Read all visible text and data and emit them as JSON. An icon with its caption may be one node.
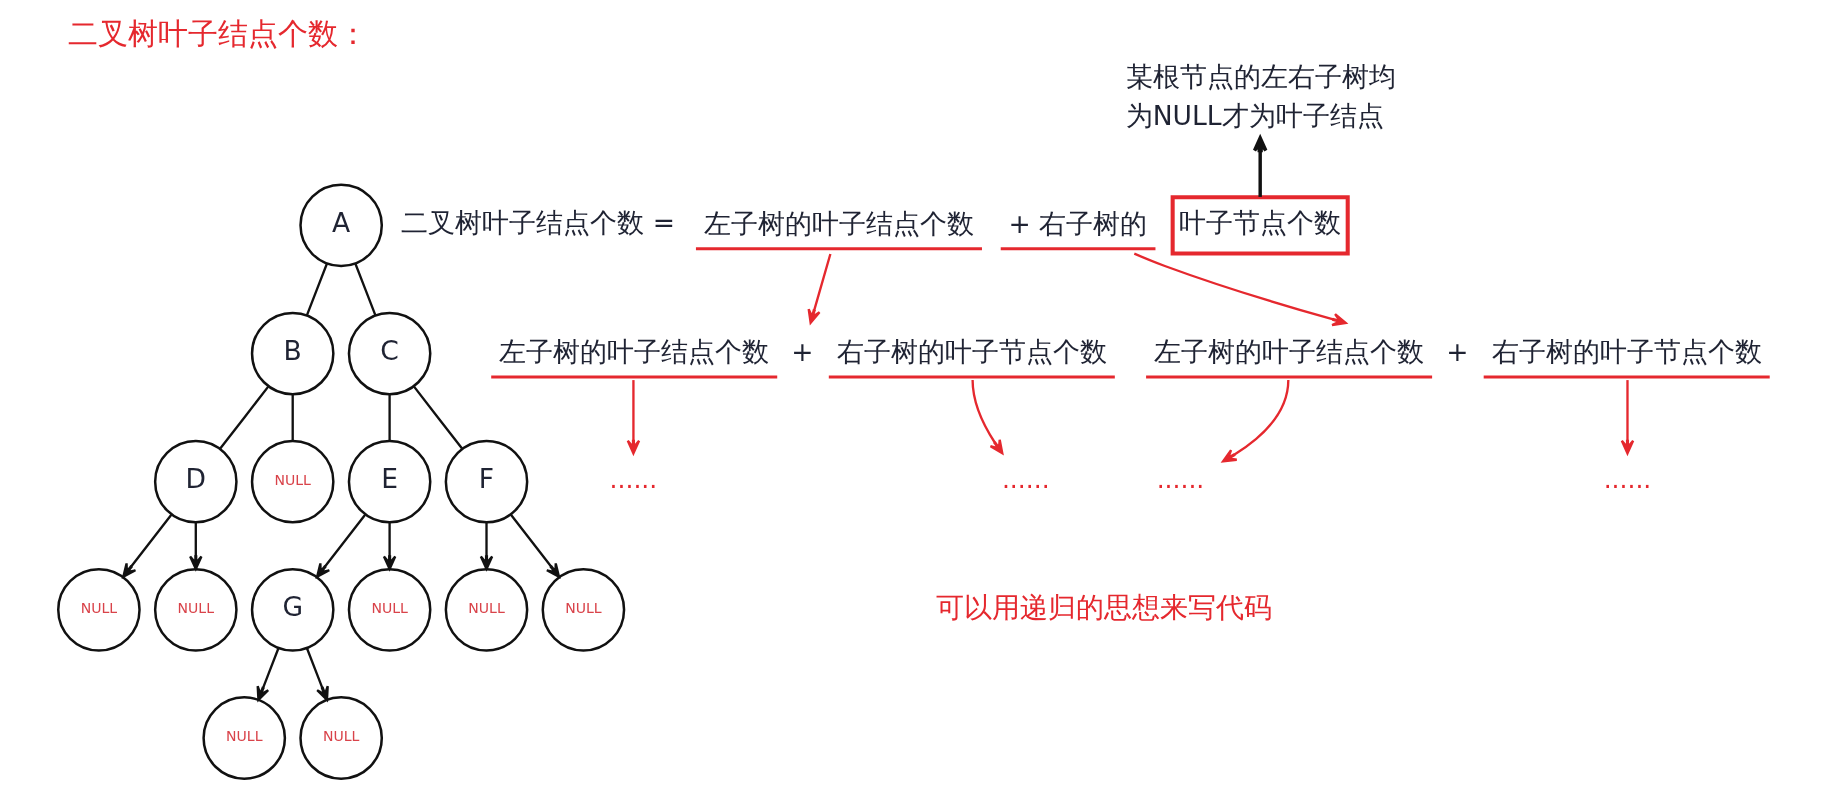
{
  "diagram": {
    "title": "二叉树叶子结点个数：",
    "nodes": [
      {
        "text": [
          "A"
        ]
      },
      {
        "text": [
          "B"
        ]
      },
      {
        "text": [
          "C"
        ]
      },
      {
        "text": [
          "D"
        ]
      },
      {
        "text": [
          "NULL"
        ]
      },
      {
        "text": [
          "E"
        ]
      },
      {
        "text": [
          "F"
        ]
      },
      {
        "text": [
          "NULL"
        ]
      },
      {
        "text": [
          "NULL"
        ]
      },
      {
        "text": [
          "G"
        ]
      },
      {
        "text": [
          "NULL"
        ]
      },
      {
        "text": [
          "NULL"
        ]
      },
      {
        "text": [
          "NULL"
        ]
      },
      {
        "text": [
          "NULL"
        ]
      },
      {
        "text": [
          "NULL"
        ]
      },
      {
        "text": [
          "某根节点的左右子树均为NULL才为叶子结点"
        ]
      },
      {
        "text": [
          "左子树的叶子结点个数"
        ]
      },
      {
        "text": [
          "+ 右子树的"
        ]
      },
      {
        "text": [
          "叶子节点个数"
        ]
      },
      {
        "text": [
          "左子树的叶子结点个数",
          "+",
          "右子树的叶子节点个数"
        ]
      },
      {
        "text": [
          "左子树的叶子结点个数",
          "+",
          "右子树的叶子节点个数"
        ]
      },
      {
        "text": [
          "......"
        ]
      },
      {
        "text": [
          "......"
        ]
      },
      {
        "text": [
          "......"
        ]
      },
      {
        "text": [
          "......"
        ]
      }
    ],
    "edges": [
      {
        "from": 0,
        "to": 1,
        "arrow": "none"
      },
      {
        "from": 0,
        "to": 2,
        "arrow": "none"
      },
      {
        "from": 1,
        "to": 3,
        "arrow": "none"
      },
      {
        "from": 1,
        "to": 4,
        "arrow": "none"
      },
      {
        "from": 2,
        "to": 5,
        "arrow": "none"
      },
      {
        "from": 2,
        "to": 6,
        "arrow": "none"
      },
      {
        "from": 3,
        "to": 7,
        "arrow": "to"
      },
      {
        "from": 3,
        "to": 8,
        "arrow": "to"
      },
      {
        "from": 5,
        "to": 9,
        "arrow": "to"
      },
      {
        "from": 5,
        "to": 10,
        "arrow": "to"
      },
      {
        "from": 6,
        "to": 11,
        "arrow": "to"
      },
      {
        "from": 6,
        "to": 12,
        "arrow": "to"
      },
      {
        "from": 9,
        "to": 13,
        "arrow": "to"
      },
      {
        "from": 9,
        "to": 14,
        "arrow": "to"
      },
      {
        "from": 18,
        "to": 15,
        "arrow": "to"
      },
      {
        "from": 16,
        "to": 19,
        "arrow": "to",
        "color": "#e5282e"
      },
      {
        "from": 17,
        "to": 20,
        "arrow": "to",
        "color": "#e5282e"
      },
      {
        "from": 19,
        "to": 21,
        "arrow": "to",
        "color": "#e5282e"
      },
      {
        "from": 19,
        "to": 22,
        "arrow": "to",
        "color": "#e5282e"
      },
      {
        "from": 20,
        "to": 23,
        "arrow": "to",
        "color": "#e5282e"
      },
      {
        "from": 20,
        "to": 24,
        "arrow": "to",
        "color": "#e5282e"
      }
    ],
    "labels": [
      "二叉树叶子结点个数 =",
      "可以用递归的思想来写代码"
    ]
  }
}
